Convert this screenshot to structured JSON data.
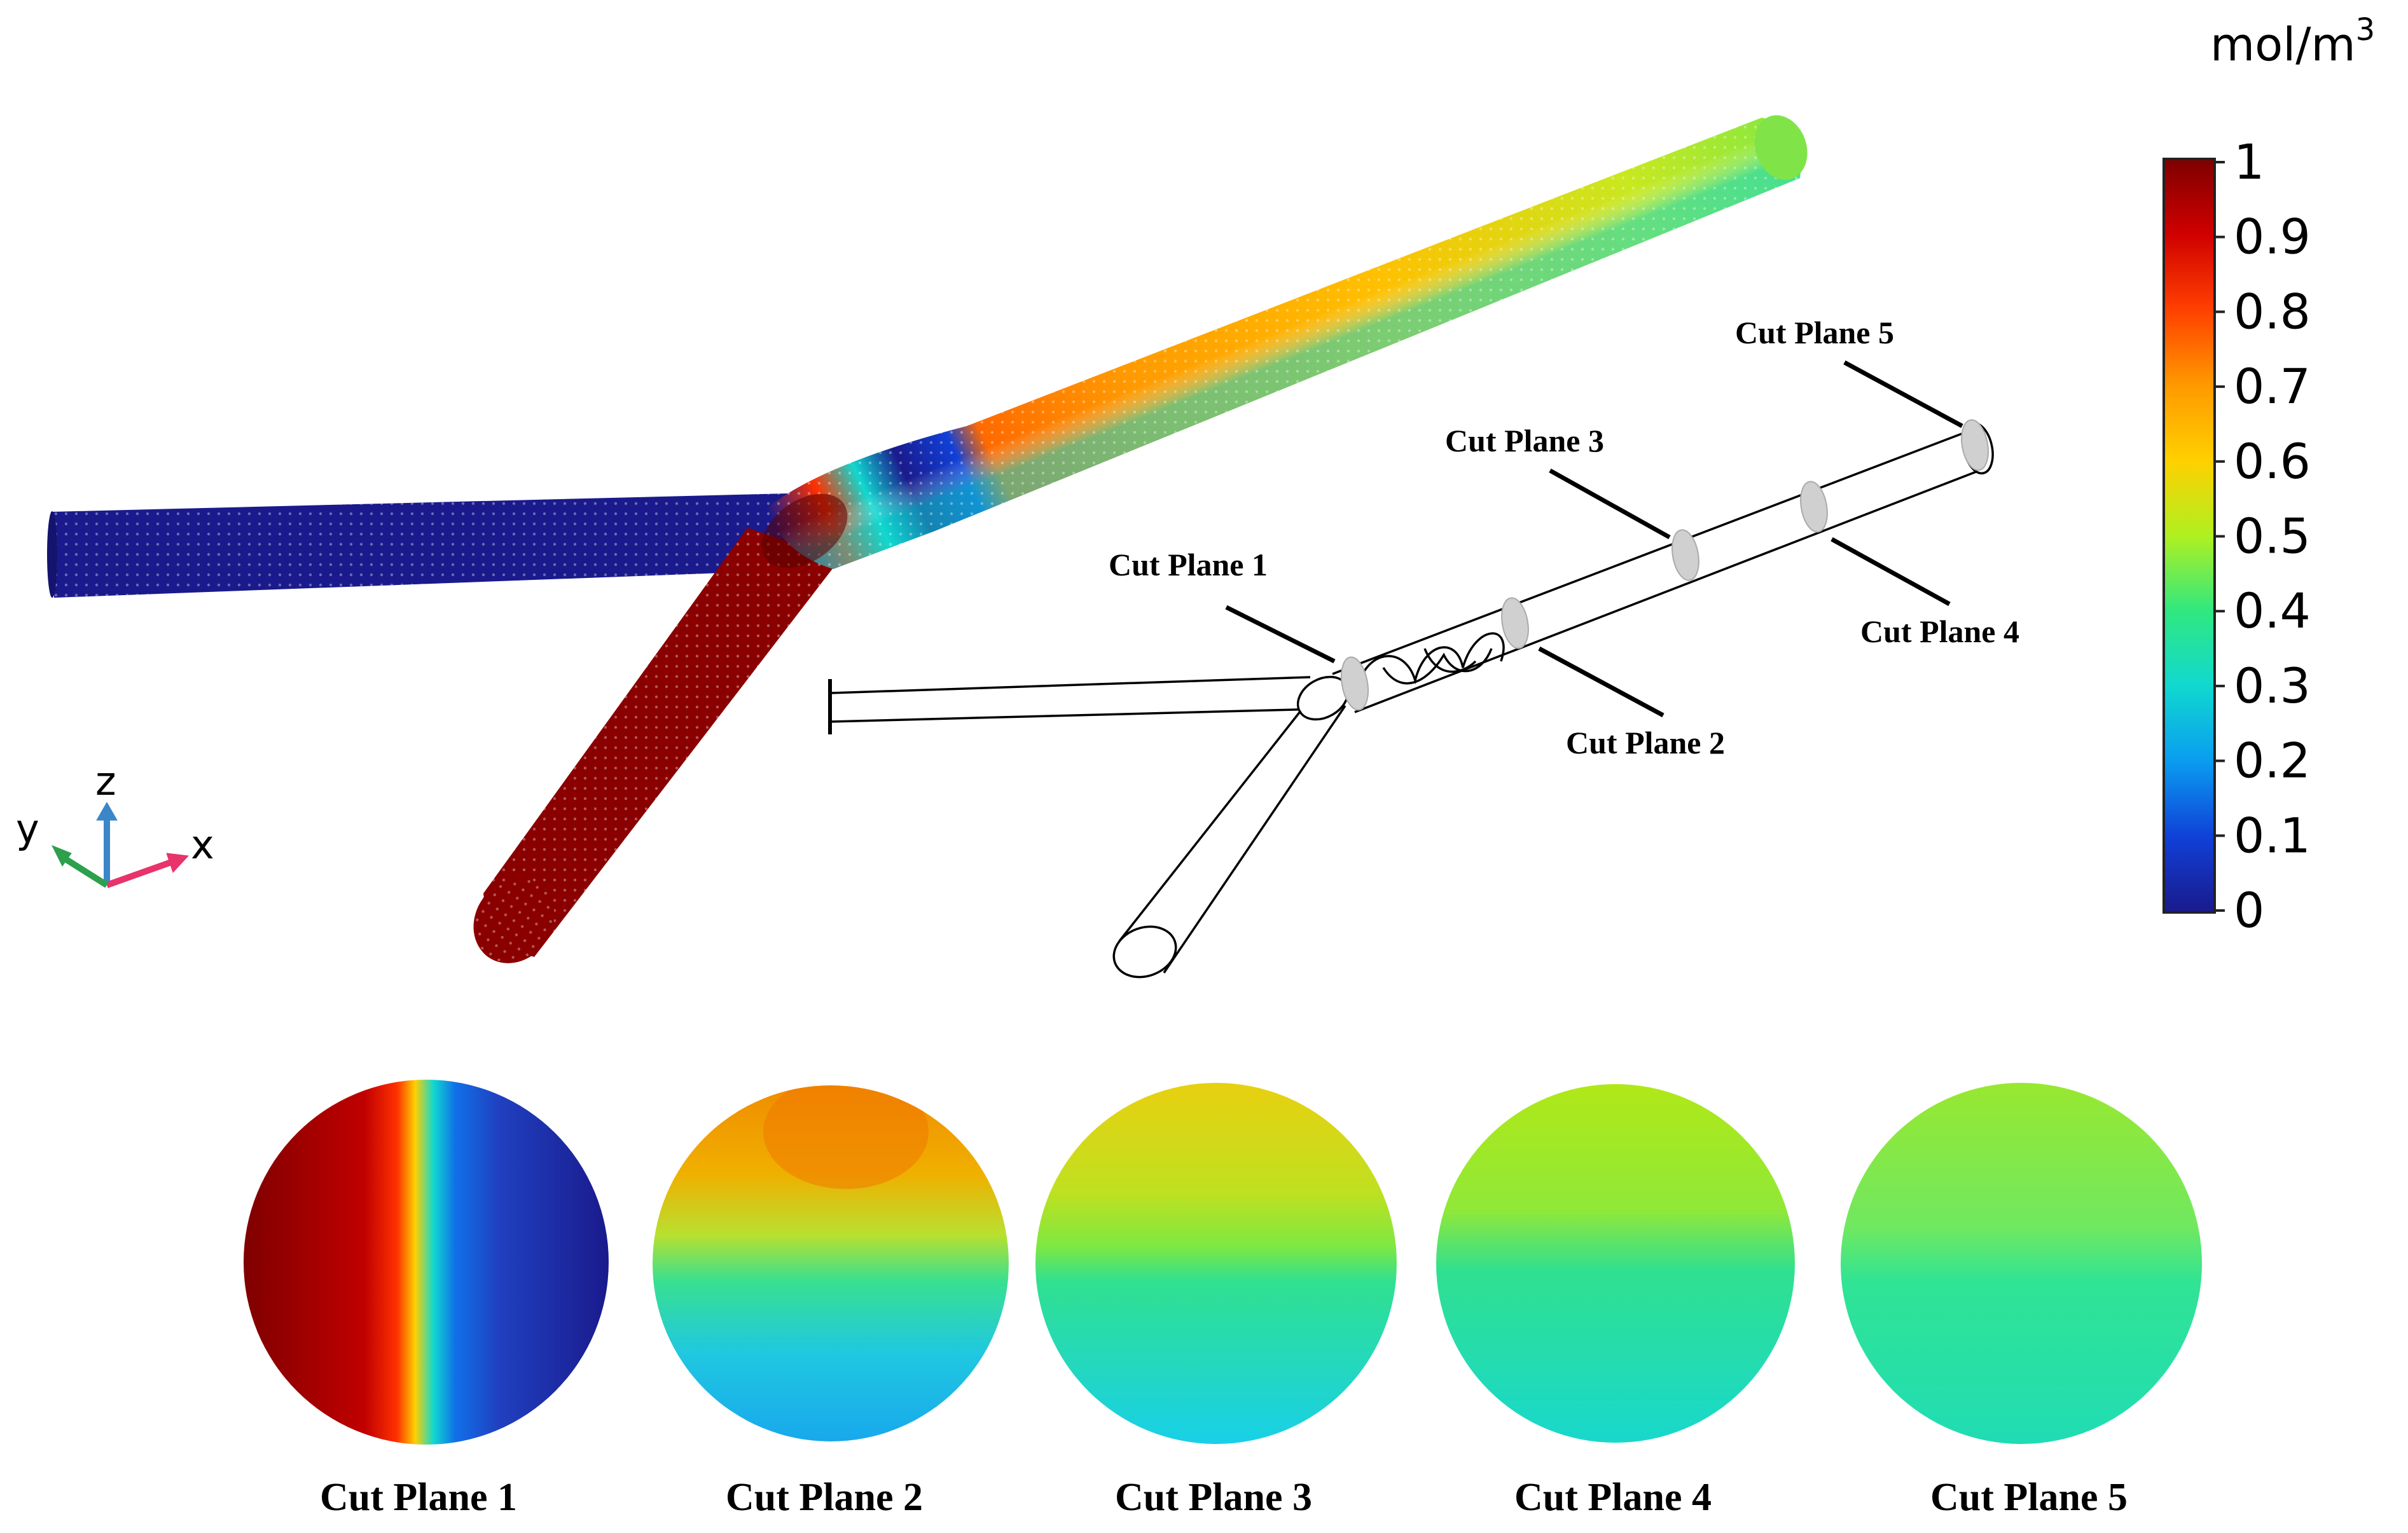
{
  "colorbar": {
    "unit": "mol/m",
    "unit_sup": "3",
    "ticks": [
      "1",
      "0.9",
      "0.8",
      "0.7",
      "0.6",
      "0.5",
      "0.4",
      "0.3",
      "0.2",
      "0.1",
      "0"
    ],
    "colormap": [
      "#7f0000",
      "#d00000",
      "#ff4000",
      "#ff9900",
      "#ffd000",
      "#b0f020",
      "#30e880",
      "#10d8d0",
      "#0a9cf0",
      "#1040d8",
      "#1a1a8c"
    ]
  },
  "axes": {
    "x": "x",
    "y": "y",
    "z": "z",
    "x_color": "#e8336b",
    "y_color": "#2ca04c",
    "z_color": "#3a86c8"
  },
  "schematic_labels": {
    "plane1": "Cut Plane 1",
    "plane2": "Cut Plane 2",
    "plane3": "Cut Plane 3",
    "plane4": "Cut Plane 4",
    "plane5": "Cut Plane 5"
  },
  "cross_sections": [
    {
      "label": "Cut Plane 1",
      "top": "#ff4000",
      "mid": "#10d8d0",
      "bottom": "#1040d8"
    },
    {
      "label": "Cut Plane 2",
      "top": "#f08c00",
      "mid": "#50e070",
      "bottom": "#18a8ec"
    },
    {
      "label": "Cut Plane 3",
      "top": "#ccd820",
      "mid": "#38e08c",
      "bottom": "#18d4e0"
    },
    {
      "label": "Cut Plane 4",
      "top": "#a8ea20",
      "mid": "#2ee090",
      "bottom": "#18d8cc"
    },
    {
      "label": "Cut Plane 5",
      "top": "#94e830",
      "mid": "#30e494",
      "bottom": "#20dcb4"
    }
  ]
}
